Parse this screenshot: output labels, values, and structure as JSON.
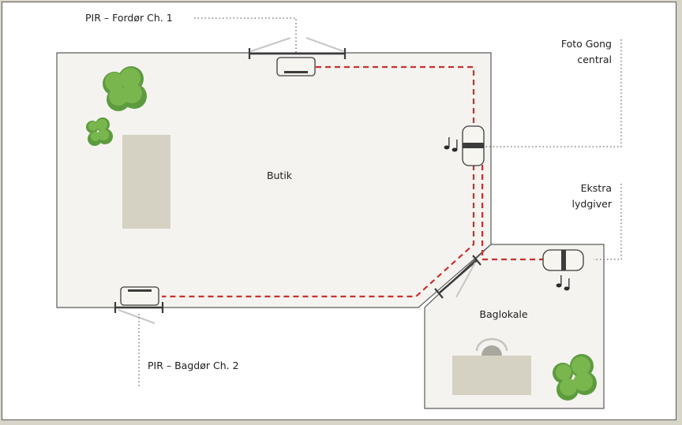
{
  "labels": {
    "pir_front": "PIR – Fordør Ch. 1",
    "foto_gong_line1": "Foto Gong",
    "foto_gong_line2": "central",
    "extra_line1": "Ekstra",
    "extra_line2": "lydgiver",
    "room_shop": "Butik",
    "room_back": "Baglokale",
    "pir_back": "PIR – Bagdør Ch. 2"
  },
  "colors": {
    "floor": "#f4f3ef",
    "wall": "#5c5c5c",
    "furniture": "#d5d2c4",
    "plant_dark": "#5d9b3f",
    "plant_light": "#79b64e",
    "wiring": "#c8312f",
    "device": "#f6f5ef",
    "device_band": "#3c3c3c",
    "leader": "#6a6a6a"
  },
  "icons": [
    "pir-sensor-icon",
    "chime-central-icon",
    "extra-sounder-icon",
    "music-note-icon",
    "plant-icon"
  ]
}
